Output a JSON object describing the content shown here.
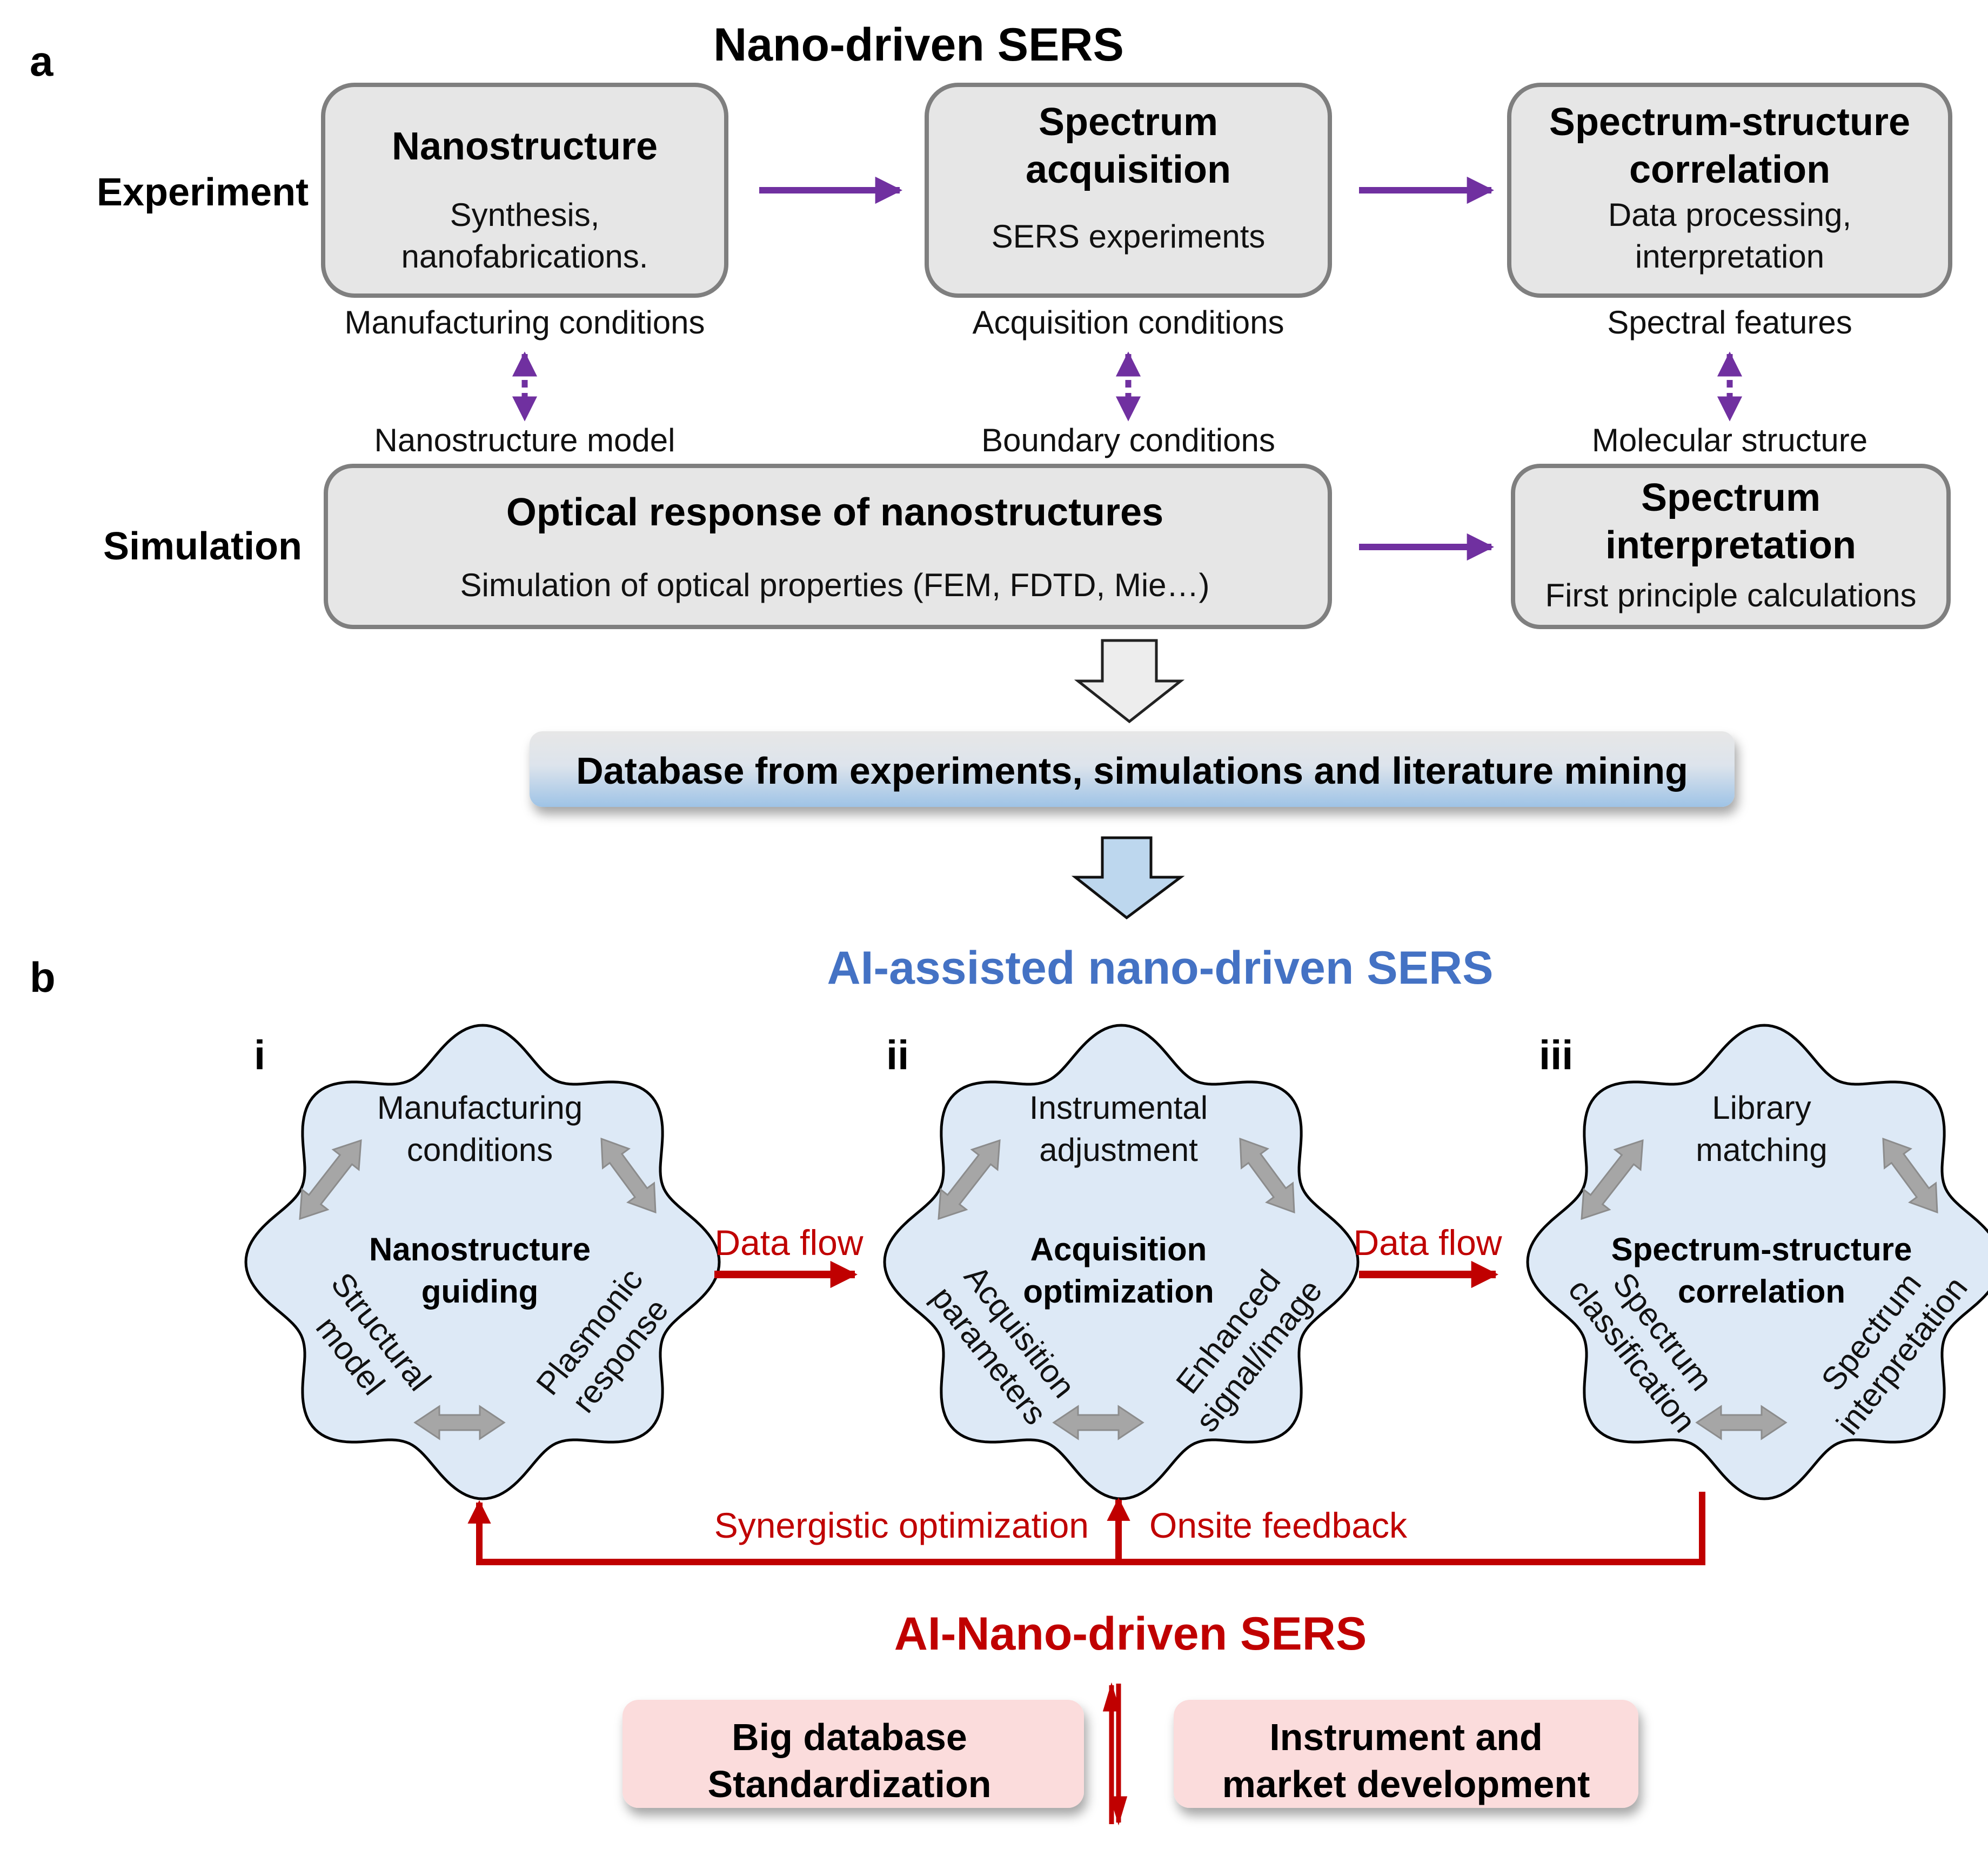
{
  "panel_a": {
    "label": "a",
    "title": "Nano-driven SERS",
    "rows": {
      "experiment": "Experiment",
      "simulation": "Simulation"
    },
    "experiment_boxes": [
      {
        "title_lines": [
          "Nanostructure"
        ],
        "sub_lines": [
          "Synthesis,",
          "nanofabrications."
        ]
      },
      {
        "title_lines": [
          "Spectrum",
          "acquisition"
        ],
        "sub_lines": [
          "SERS experiments"
        ]
      },
      {
        "title_lines": [
          "Spectrum-structure",
          "correlation"
        ],
        "sub_lines": [
          "Data processing,",
          "interpretation"
        ]
      }
    ],
    "links": [
      {
        "top": "Manufacturing conditions",
        "bottom": "Nanostructure model"
      },
      {
        "top": "Acquisition conditions",
        "bottom": "Boundary conditions"
      },
      {
        "top": "Spectral features",
        "bottom": "Molecular structure"
      }
    ],
    "simulation_boxes": [
      {
        "title_lines": [
          "Optical response of nanostructures"
        ],
        "sub_lines": [
          "Simulation of optical properties (FEM, FDTD, Mie…)"
        ]
      },
      {
        "title_lines": [
          "Spectrum",
          "interpretation"
        ],
        "sub_lines": [
          "First principle calculations"
        ]
      }
    ],
    "database_label": "Database from experiments, simulations and literature mining"
  },
  "panel_b": {
    "label": "b",
    "title": "AI-assisted nano-driven SERS",
    "blobs": [
      {
        "roman": "i",
        "top_lines": [
          "Manufacturing",
          "conditions"
        ],
        "center_lines": [
          "Nanostructure",
          "guiding"
        ],
        "left_lines": [
          "Structural",
          "model"
        ],
        "right_lines": [
          "Plasmonic",
          "response"
        ]
      },
      {
        "roman": "ii",
        "top_lines": [
          "Instrumental",
          "adjustment"
        ],
        "center_lines": [
          "Acquisition",
          "optimization"
        ],
        "left_lines": [
          "Acquisition",
          "parameters"
        ],
        "right_lines": [
          "Enhanced",
          "signal/image"
        ]
      },
      {
        "roman": "iii",
        "top_lines": [
          "Library",
          "matching"
        ],
        "center_lines": [
          "Spectrum-structure",
          "correlation"
        ],
        "left_lines": [
          "Spectrum",
          "classification"
        ],
        "right_lines": [
          "Spectrum",
          "interpretation"
        ]
      }
    ],
    "data_flow_labels": [
      "Data flow",
      "Data flow"
    ],
    "feedback": {
      "left": "Synergistic optimization",
      "right": "Onsite feedback"
    },
    "final_title": "AI-Nano-driven SERS",
    "bottom_boxes": [
      {
        "lines": [
          "Big database",
          "Standardization"
        ]
      },
      {
        "lines": [
          "Instrument and",
          "market development"
        ]
      }
    ]
  },
  "colors": {
    "purple_arrow": "#7030a0",
    "red_accent": "#c00000",
    "blue_title": "#4472c4",
    "gray_box_fill": "#e6e6e6",
    "gray_box_stroke": "#7f7f7f",
    "blob_fill": "#dde9f6",
    "pink_box_fill": "#fbdcdc"
  }
}
